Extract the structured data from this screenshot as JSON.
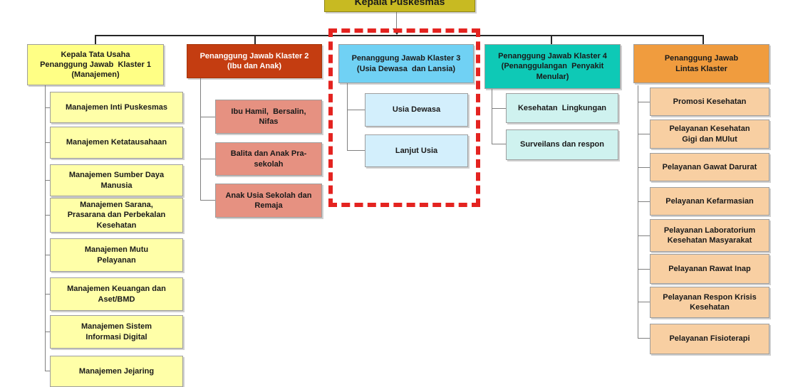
{
  "root": {
    "label": "Kepala Puskesmas"
  },
  "columns": [
    {
      "id": "klaster-1",
      "header": "Kepala Tata Usaha\nPenanggung Jawab  Klaster 1\n(Manajemen)",
      "children": [
        "Manajemen Inti Puskesmas",
        "Manajemen Ketatausahaan",
        "Manajemen Sumber Daya\nManusia",
        "Manajemen Sarana,\nPrasarana dan Perbekalan\nKesehatan",
        "Manajemen Mutu\nPelayanan",
        "Manajemen Keuangan dan\nAset/BMD",
        "Manajemen Sistem\nInformasi Digital",
        "Manajemen Jejaring"
      ]
    },
    {
      "id": "klaster-2",
      "header": "Penanggung Jawab Klaster 2\n(Ibu dan Anak)",
      "children": [
        "Ibu Hamil,  Bersalin,\nNifas",
        "Balita dan Anak Pra-\nsekolah",
        "Anak Usia Sekolah dan\nRemaja"
      ]
    },
    {
      "id": "klaster-3",
      "header": "Penanggung Jawab Klaster 3\n(Usia Dewasa  dan Lansia)",
      "children": [
        "Usia Dewasa",
        "Lanjut Usia"
      ]
    },
    {
      "id": "klaster-4",
      "header": "Penanggung Jawab Klaster 4\n(Penanggulangan  Penyakit\nMenular)",
      "children": [
        "Kesehatan  Lingkungan",
        "Surveilans dan respon"
      ]
    },
    {
      "id": "lintas-klaster",
      "header": "Penanggung Jawab\nLintas Klaster",
      "children": [
        "Promosi Kesehatan",
        "Pelayanan Kesehatan\nGigi dan MUlut",
        "Pelayanan Gawat Darurat",
        "Pelayanan Kefarmasian",
        "Pelayanan Laboratorium\nKesehatan Masyarakat",
        "Pelayanan Rawat Inap",
        "Pelayanan Respon Krisis\nKesehatan",
        "Pelayanan Fisioterapi"
      ]
    }
  ],
  "highlight": {
    "target": "klaster-3"
  },
  "colors": {
    "root_fill": "#c8ba22",
    "c1_header": "#ffff85",
    "c1_child": "#ffffa8",
    "c2_header": "#c43d11",
    "c2_child": "#e69181",
    "c3_header": "#70d1f4",
    "c3_child": "#d3effc",
    "c4_header": "#0ec9b6",
    "c4_child": "#cff2ef",
    "c5_header": "#f09c3e",
    "c5_child": "#f8cfa2",
    "highlight_border": "#e42320",
    "line": "#262626",
    "child_line": "#808080"
  }
}
